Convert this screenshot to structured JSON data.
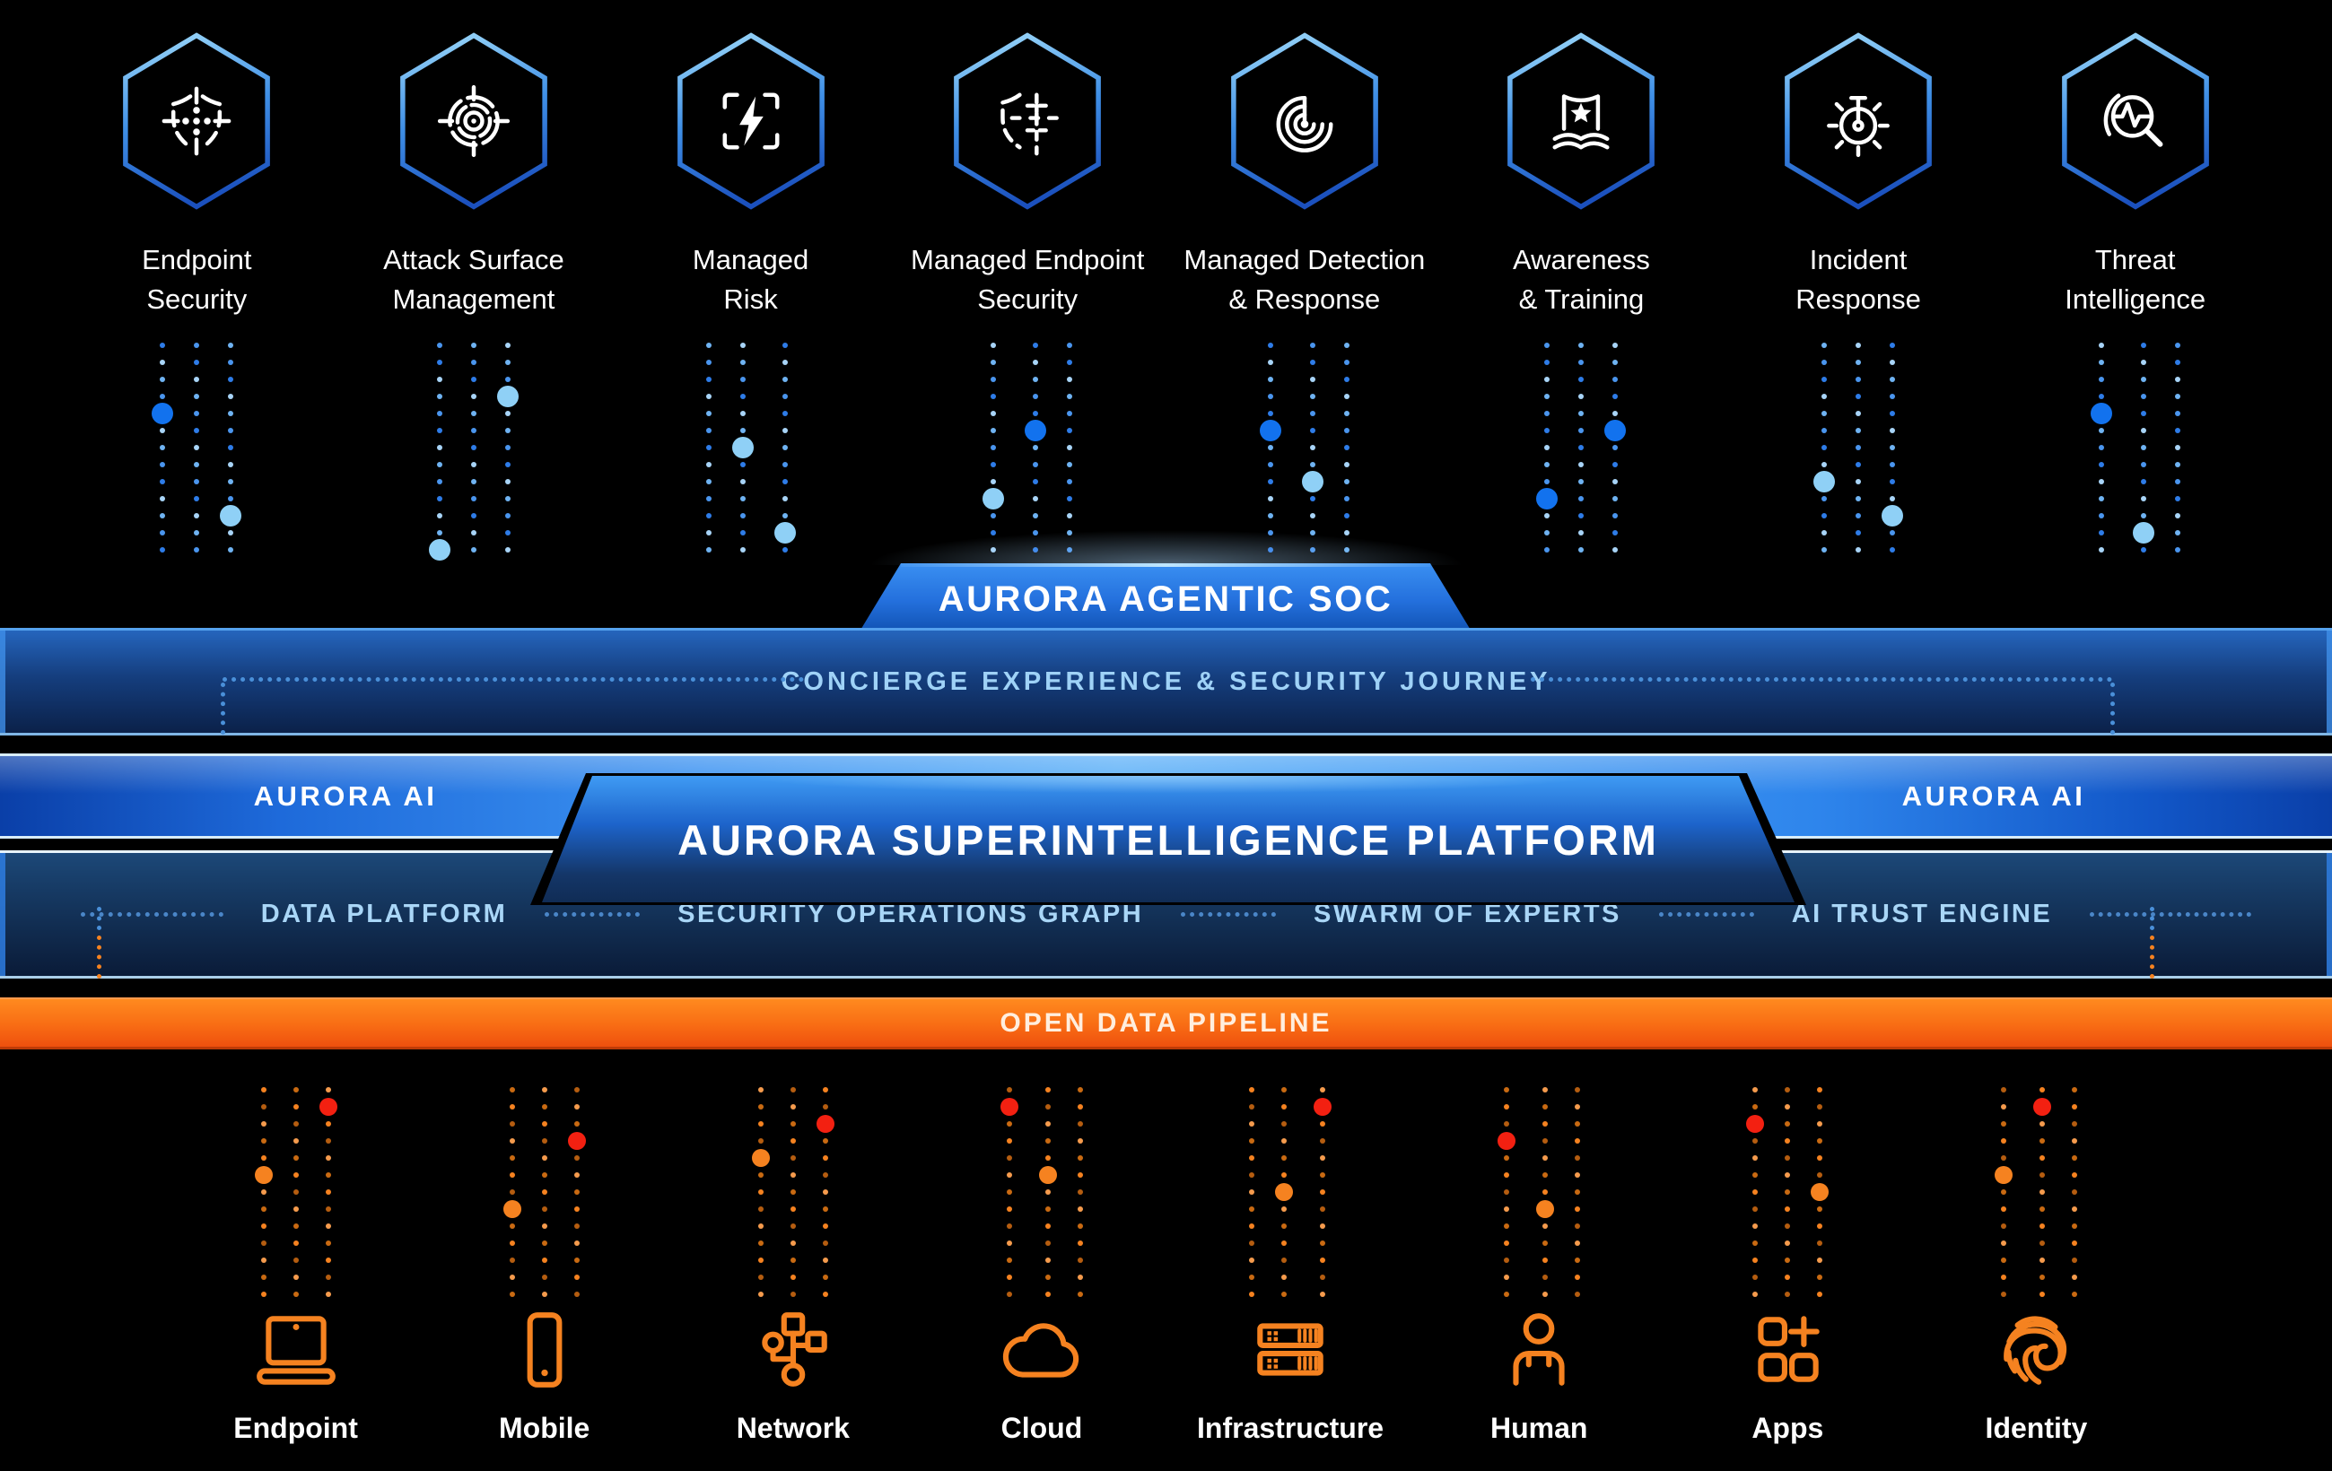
{
  "services": [
    {
      "id": "endpoint-security",
      "icon": "shield-crosshair-icon",
      "label": [
        "Endpoint",
        "Security"
      ]
    },
    {
      "id": "attack-surface-management",
      "icon": "bullseye-target-icon",
      "label": [
        "Attack Surface",
        "Management"
      ]
    },
    {
      "id": "managed-risk",
      "icon": "lightning-brackets-icon",
      "label": [
        "Managed",
        "Risk"
      ]
    },
    {
      "id": "managed-endpoint-security",
      "icon": "shield-grid-icon",
      "label": [
        "Managed Endpoint",
        "Security"
      ]
    },
    {
      "id": "managed-detection-response",
      "icon": "radar-icon",
      "label": [
        "Managed Detection",
        "& Response"
      ]
    },
    {
      "id": "awareness-training",
      "icon": "book-shield-star-icon",
      "label": [
        "Awareness",
        "& Training"
      ]
    },
    {
      "id": "incident-response",
      "icon": "stopwatch-crosshair-icon",
      "label": [
        "Incident",
        "Response"
      ]
    },
    {
      "id": "threat-intelligence",
      "icon": "magnifier-pulse-icon",
      "label": [
        "Threat",
        "Intelligence"
      ]
    }
  ],
  "agentic_soc": {
    "title": "AURORA AGENTIC SOC",
    "tagline": "CONCIERGE EXPERIENCE & SECURITY JOURNEY"
  },
  "platform": {
    "ai_label_left": "AURORA AI",
    "ai_label_right": "AURORA AI",
    "title": "AURORA SUPERINTELLIGENCE PLATFORM",
    "capabilities": [
      "DATA PLATFORM",
      "SECURITY OPERATIONS GRAPH",
      "SWARM OF EXPERTS",
      "AI TRUST ENGINE"
    ]
  },
  "pipeline": {
    "title": "OPEN DATA PIPELINE"
  },
  "sources": [
    {
      "id": "endpoint",
      "icon": "laptop-icon",
      "label": "Endpoint"
    },
    {
      "id": "mobile",
      "icon": "smartphone-icon",
      "label": "Mobile"
    },
    {
      "id": "network",
      "icon": "network-nodes-icon",
      "label": "Network"
    },
    {
      "id": "cloud",
      "icon": "cloud-icon",
      "label": "Cloud"
    },
    {
      "id": "infrastructure",
      "icon": "server-stack-icon",
      "label": "Infrastructure"
    },
    {
      "id": "human",
      "icon": "person-icon",
      "label": "Human"
    },
    {
      "id": "apps",
      "icon": "apps-grid-plus-icon",
      "label": "Apps"
    },
    {
      "id": "identity",
      "icon": "fingerprint-icon",
      "label": "Identity"
    }
  ],
  "palette": {
    "hex_stroke_top": "#9bd7f9",
    "hex_stroke_mid": "#3f8fe6",
    "hex_stroke_bottom": "#1b50bd",
    "icon_stroke": "#ffffff",
    "blue_dots": [
      "#2e7ce8",
      "#4a95ee",
      "#6fb3f2",
      "#a8d4f7"
    ],
    "accent_bright_blue": "#1272ee",
    "accent_light_blue": "#8fd0f6",
    "orange_dots": [
      "#f58220",
      "#c96a12",
      "#f59b4d",
      "#b55d10"
    ],
    "accent_red": "#f32011",
    "accent_orange": "#f58220",
    "source_icon_stroke": "#f58220",
    "band_orange_top": "#ff8a1f",
    "band_orange_bottom": "#ef500e",
    "band_blue_bright": "#5cb0f8",
    "band_navy_dark": "#0a1b38"
  },
  "decor": {
    "rows": 13,
    "top_accents": [
      [
        {
          "c": 0,
          "r": 4,
          "t": "b"
        },
        {
          "c": 2,
          "r": 10,
          "t": "l"
        }
      ],
      [
        {
          "c": 2,
          "r": 3,
          "t": "l"
        },
        {
          "c": 0,
          "r": 12,
          "t": "l"
        }
      ],
      [
        {
          "c": 1,
          "r": 6,
          "t": "l"
        },
        {
          "c": 2,
          "r": 11,
          "t": "l"
        }
      ],
      [
        {
          "c": 1,
          "r": 5,
          "t": "b"
        },
        {
          "c": 0,
          "r": 9,
          "t": "l"
        }
      ],
      [
        {
          "c": 0,
          "r": 5,
          "t": "b"
        },
        {
          "c": 1,
          "r": 8,
          "t": "l"
        }
      ],
      [
        {
          "c": 2,
          "r": 5,
          "t": "b"
        },
        {
          "c": 0,
          "r": 9,
          "t": "b"
        }
      ],
      [
        {
          "c": 0,
          "r": 8,
          "t": "l"
        },
        {
          "c": 2,
          "r": 10,
          "t": "l"
        }
      ],
      [
        {
          "c": 0,
          "r": 4,
          "t": "b"
        },
        {
          "c": 1,
          "r": 11,
          "t": "l"
        }
      ]
    ],
    "bottom_accents": [
      [
        {
          "c": 2,
          "r": 1,
          "t": "r"
        },
        {
          "c": 0,
          "r": 5,
          "t": "o"
        }
      ],
      [
        {
          "c": 2,
          "r": 3,
          "t": "r"
        },
        {
          "c": 0,
          "r": 7,
          "t": "o"
        }
      ],
      [
        {
          "c": 2,
          "r": 2,
          "t": "r"
        },
        {
          "c": 0,
          "r": 4,
          "t": "o"
        }
      ],
      [
        {
          "c": 0,
          "r": 1,
          "t": "r"
        },
        {
          "c": 1,
          "r": 5,
          "t": "o"
        }
      ],
      [
        {
          "c": 2,
          "r": 1,
          "t": "r"
        },
        {
          "c": 1,
          "r": 6,
          "t": "o"
        }
      ],
      [
        {
          "c": 0,
          "r": 3,
          "t": "r"
        },
        {
          "c": 1,
          "r": 7,
          "t": "o"
        }
      ],
      [
        {
          "c": 0,
          "r": 2,
          "t": "r"
        },
        {
          "c": 2,
          "r": 6,
          "t": "o"
        }
      ],
      [
        {
          "c": 1,
          "r": 1,
          "t": "r"
        },
        {
          "c": 0,
          "r": 5,
          "t": "o"
        }
      ]
    ]
  }
}
